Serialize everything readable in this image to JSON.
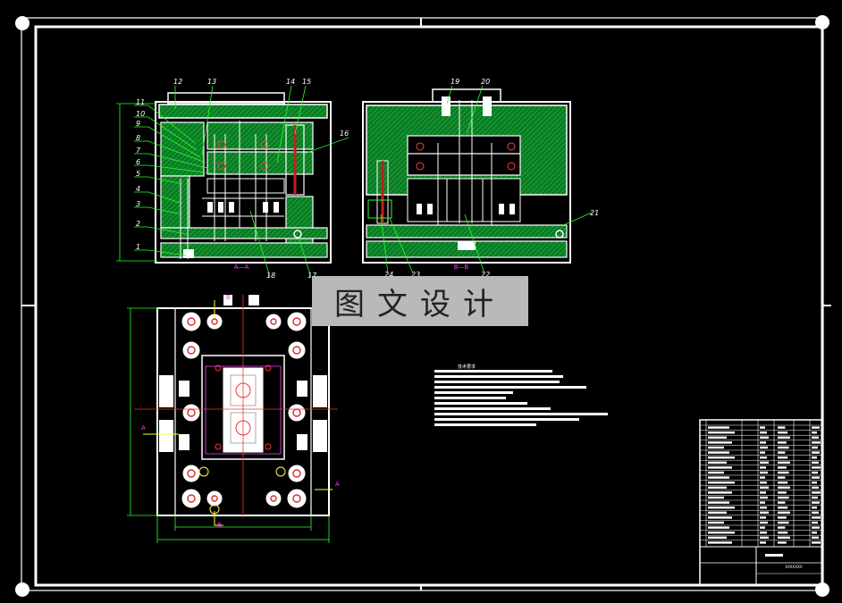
{
  "watermark": "图文设计",
  "section_labels": {
    "aa": "A—A",
    "bb": "B—B"
  },
  "part_numbers": {
    "left": [
      "11",
      "10",
      "9",
      "8",
      "7",
      "6",
      "5",
      "4",
      "3",
      "2",
      "1"
    ],
    "top_left": [
      "12",
      "13",
      "14",
      "15"
    ],
    "callout_16": "16",
    "bottom_left": [
      "18",
      "17"
    ],
    "top_right": [
      "19",
      "20"
    ],
    "callout_21": "21",
    "bottom_right": [
      "24",
      "23",
      "22"
    ]
  },
  "plan_marks": {
    "a": "A",
    "b": "B"
  },
  "notes_title": "技术要求",
  "title_block": {
    "drawing_no": "XXXXXXX"
  },
  "colors": {
    "border": "#ffffff",
    "mold": "#0c8a2a",
    "leader": "#28ff28",
    "magenta": "#ff40ff",
    "yellow": "#ffff40",
    "red": "#ff3030",
    "cyan": "#40ffff"
  }
}
